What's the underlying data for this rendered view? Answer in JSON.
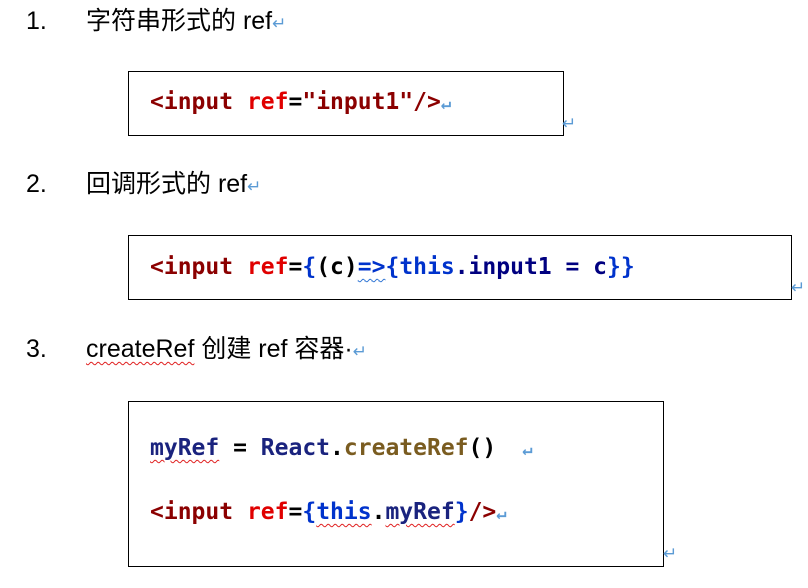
{
  "items": [
    {
      "number": "1.",
      "title": "字符串形式的 ref"
    },
    {
      "number": "2.",
      "title": "回调形式的 ref"
    },
    {
      "number": "3.",
      "title_link": "createRef",
      "title_rest": " 创建 ref 容器·"
    }
  ],
  "mark": "↵",
  "code1": {
    "t1": "<input",
    "t2": " ref",
    "t3": "=",
    "t4": "\"input1\"",
    "t5": "/>"
  },
  "code2": {
    "t1": "<input",
    "t2": " ref",
    "t3": "=",
    "t4": "{",
    "t5": "(c)",
    "t6": "=>",
    "t7": "{",
    "t8": "this",
    "t9": ".input1 = c",
    "t10": "}}"
  },
  "code3": {
    "line1": {
      "a": "myRef",
      "b": " = ",
      "c": "React",
      "d": ".",
      "e": "createRef",
      "f": "()"
    },
    "line2": {
      "t1": "<input",
      "t2": " ref",
      "t3": "=",
      "t4": "{",
      "t5": "this",
      "t6": ".",
      "t7": "myRef",
      "t8": "}",
      "t9": "/>"
    }
  }
}
